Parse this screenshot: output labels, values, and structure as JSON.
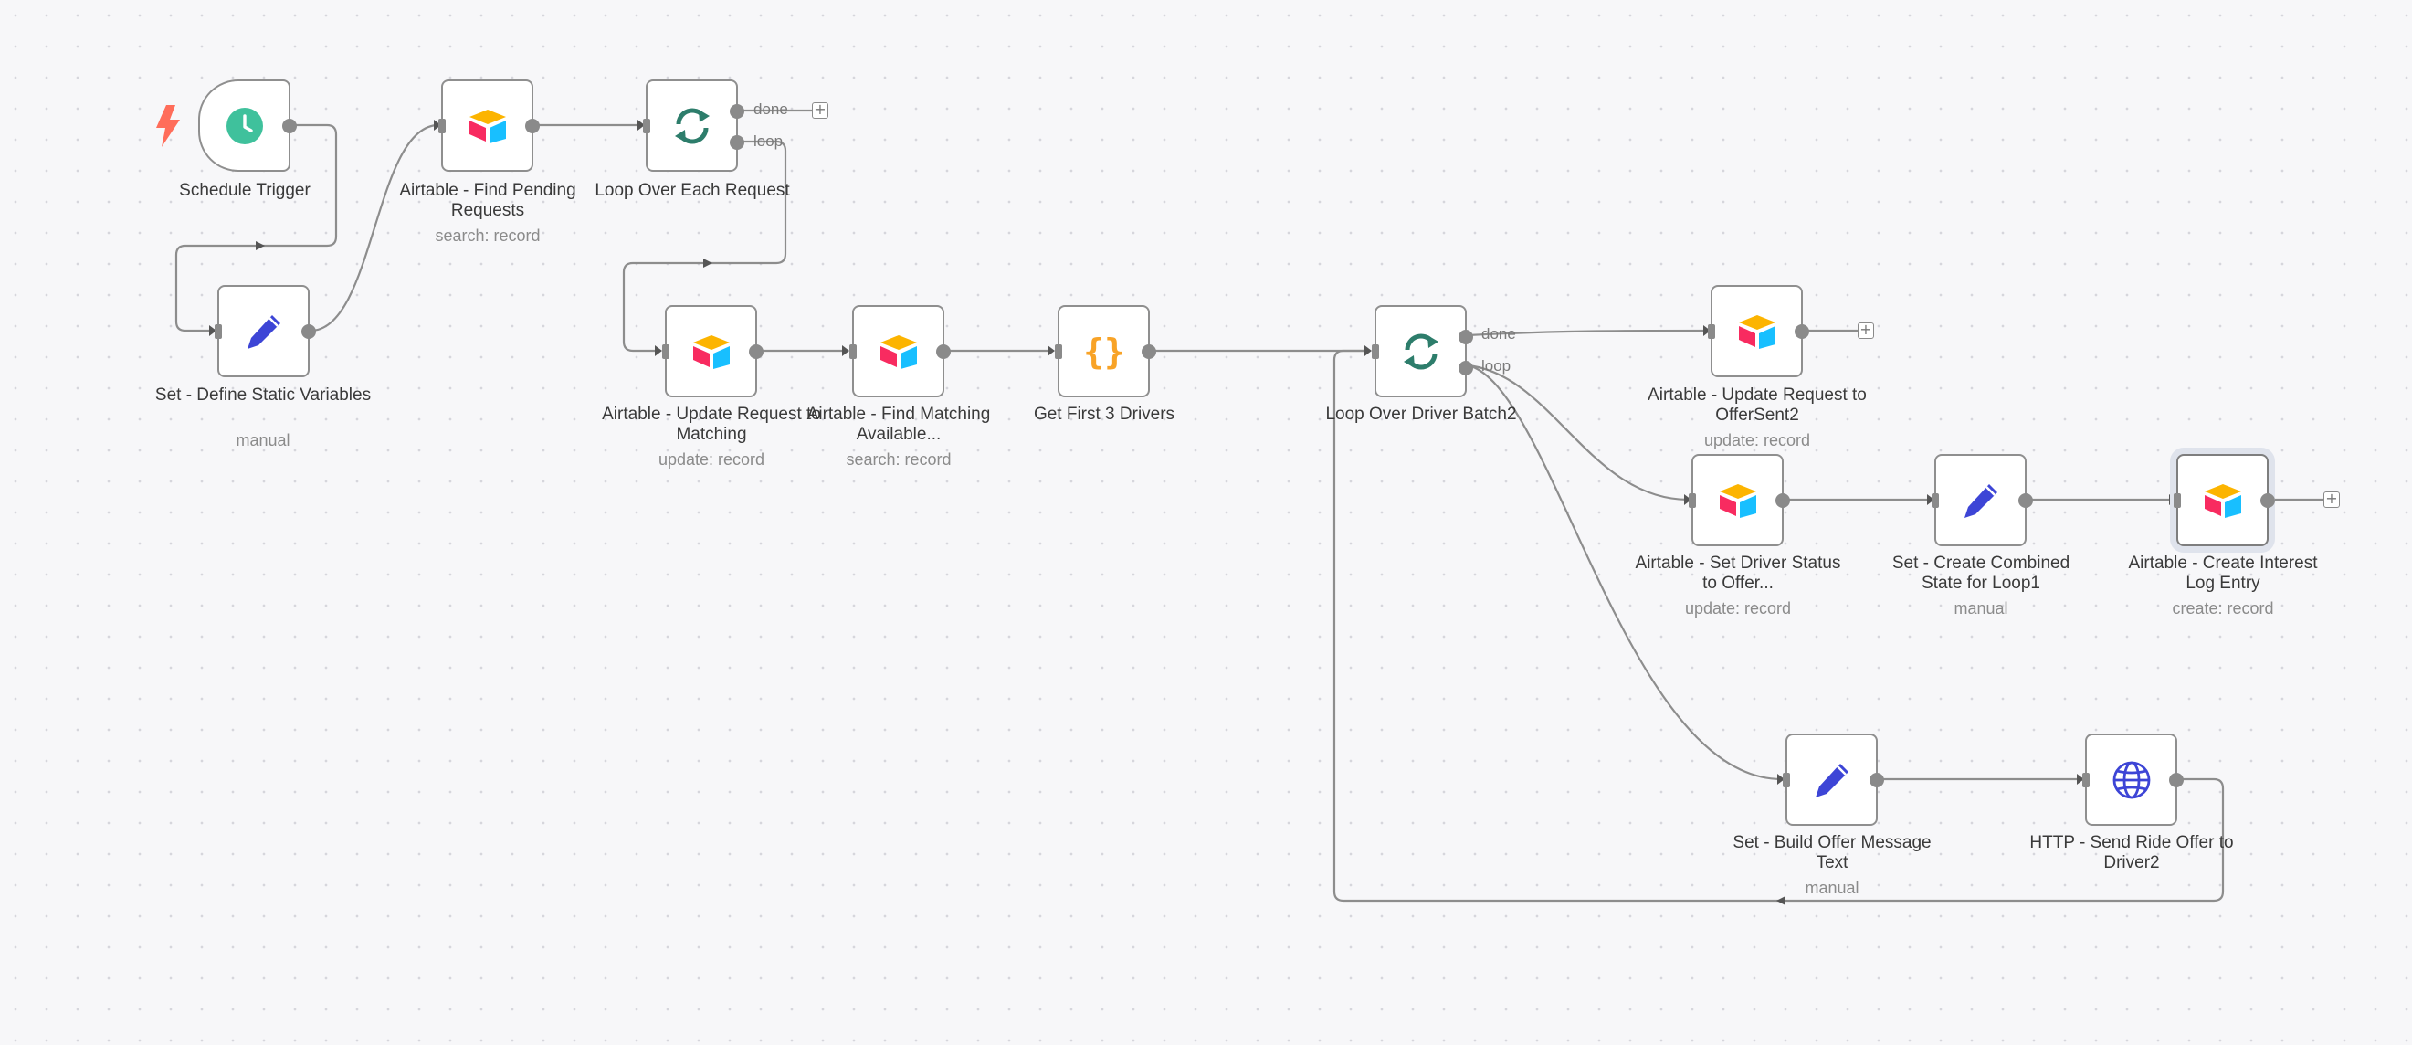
{
  "colors": {
    "airtable_yellow": "#fcb400",
    "airtable_red": "#f82b60",
    "airtable_blue": "#18bfff",
    "loop_green": "#2d7d6b",
    "set_blue": "#3d45d6",
    "code_orange": "#f8a327",
    "clock_teal": "#3fc19c",
    "trigger_bolt": "#ff6d5a"
  },
  "nodes": {
    "schedule_trigger": {
      "icon": "clock-icon",
      "label": "Schedule Trigger",
      "sub": ""
    },
    "set_define_static": {
      "icon": "pencil-icon",
      "label": "Set - Define Static Variables",
      "sub": "manual"
    },
    "airtable_find_pending": {
      "icon": "airtable-icon",
      "label": "Airtable - Find Pending Requests",
      "sub": "search: record"
    },
    "loop_each_request": {
      "icon": "loop-icon",
      "label": "Loop Over Each Request",
      "sub": "",
      "port_done": "done",
      "port_loop": "loop"
    },
    "airtable_update_matching": {
      "icon": "airtable-icon",
      "label": "Airtable - Update Request to Matching",
      "sub": "update: record"
    },
    "airtable_find_matching": {
      "icon": "airtable-icon",
      "label": "Airtable - Find Matching Available...",
      "sub": "search: record"
    },
    "get_first_drivers": {
      "icon": "code-braces-icon",
      "label": "Get First 3 Drivers",
      "sub": ""
    },
    "loop_driver_batch": {
      "icon": "loop-icon",
      "label": "Loop Over Driver Batch2",
      "sub": "",
      "port_done": "done",
      "port_loop": "loop"
    },
    "airtable_update_offersent": {
      "icon": "airtable-icon",
      "label": "Airtable - Update Request to OfferSent2",
      "sub": "update: record"
    },
    "airtable_set_driver_status": {
      "icon": "airtable-icon",
      "label": "Airtable - Set Driver Status to Offer...",
      "sub": "update: record"
    },
    "set_combined_state": {
      "icon": "pencil-icon",
      "label": "Set - Create Combined State for Loop1",
      "sub": "manual"
    },
    "airtable_interest_log": {
      "icon": "airtable-icon",
      "label": "Airtable - Create Interest Log Entry",
      "sub": "create: record"
    },
    "set_build_offer": {
      "icon": "pencil-icon",
      "label": "Set - Build Offer Message Text",
      "sub": "manual"
    },
    "http_send_offer": {
      "icon": "globe-icon",
      "label": "HTTP - Send Ride Offer to Driver2",
      "sub": ""
    }
  }
}
